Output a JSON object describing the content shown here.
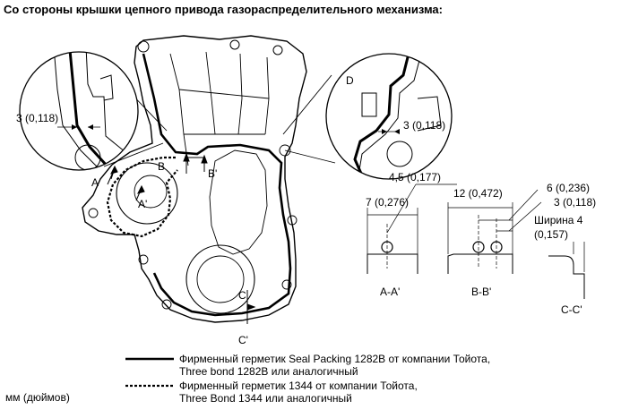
{
  "title": "Со стороны крышки цепного привода газораспределительного механизма:",
  "callouts": {
    "a": "A",
    "a_prime": "A'",
    "b": "B",
    "b_prime": "B'",
    "c": "C",
    "c_prime": "C'",
    "d": "D"
  },
  "left_detail": {
    "dimension": "3 (0,118)"
  },
  "right_detail": {
    "dimension": "3 (0,118)"
  },
  "sections": {
    "aa": {
      "label": "A-A'",
      "dim_top": "4,5 (0,177)",
      "dim_width": "7 (0,276)"
    },
    "bb": {
      "label": "B-B'",
      "dim_width": "12 (0,472)",
      "dim_a": "6 (0,236)",
      "dim_b": "3 (0,118)"
    },
    "cc": {
      "label": "C-C'",
      "width_label": "Ширина 4",
      "width_value": "(0,157)"
    }
  },
  "legend": {
    "solid_line1": "Фирменный герметик Seal Packing 1282B от компании Тойота,",
    "solid_line2": "Three bond 1282B или аналогичный",
    "dashed_line1": "Фирменный герметик 1344 от компании Тойота,",
    "dashed_line2": "Three Bond 1344 или аналогичный"
  },
  "units": "мм (дюймов)"
}
